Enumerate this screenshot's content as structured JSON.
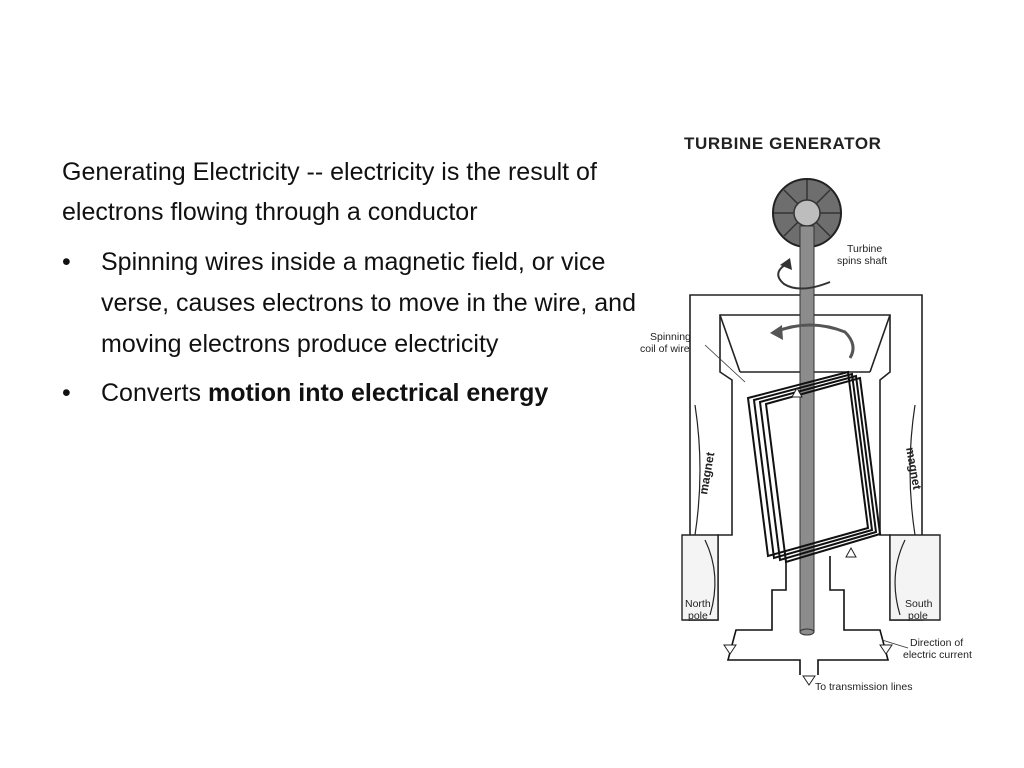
{
  "slide": {
    "intro": "Generating Electricity -- electricity is the result of electrons flowing through a conductor",
    "bullets": [
      {
        "text": "Spinning wires inside a magnetic field, or vice verse, causes electrons to move in the wire, and moving electrons produce electricity"
      },
      {
        "prefix": "Converts ",
        "bold": "motion into electrical energy"
      }
    ],
    "bullet_glyph": "•"
  },
  "figure": {
    "title": "TURBINE GENERATOR",
    "labels": {
      "turbine_1": "Turbine",
      "turbine_2": "spins shaft",
      "coil_1": "Spinning",
      "coil_2": "coil of wire",
      "magnet_left": "magnet",
      "magnet_right": "magnet",
      "north_1": "North",
      "north_2": "pole",
      "south_1": "South",
      "south_2": "pole",
      "current_1": "Direction of",
      "current_2": "electric current",
      "transmission": "To transmission lines"
    }
  }
}
